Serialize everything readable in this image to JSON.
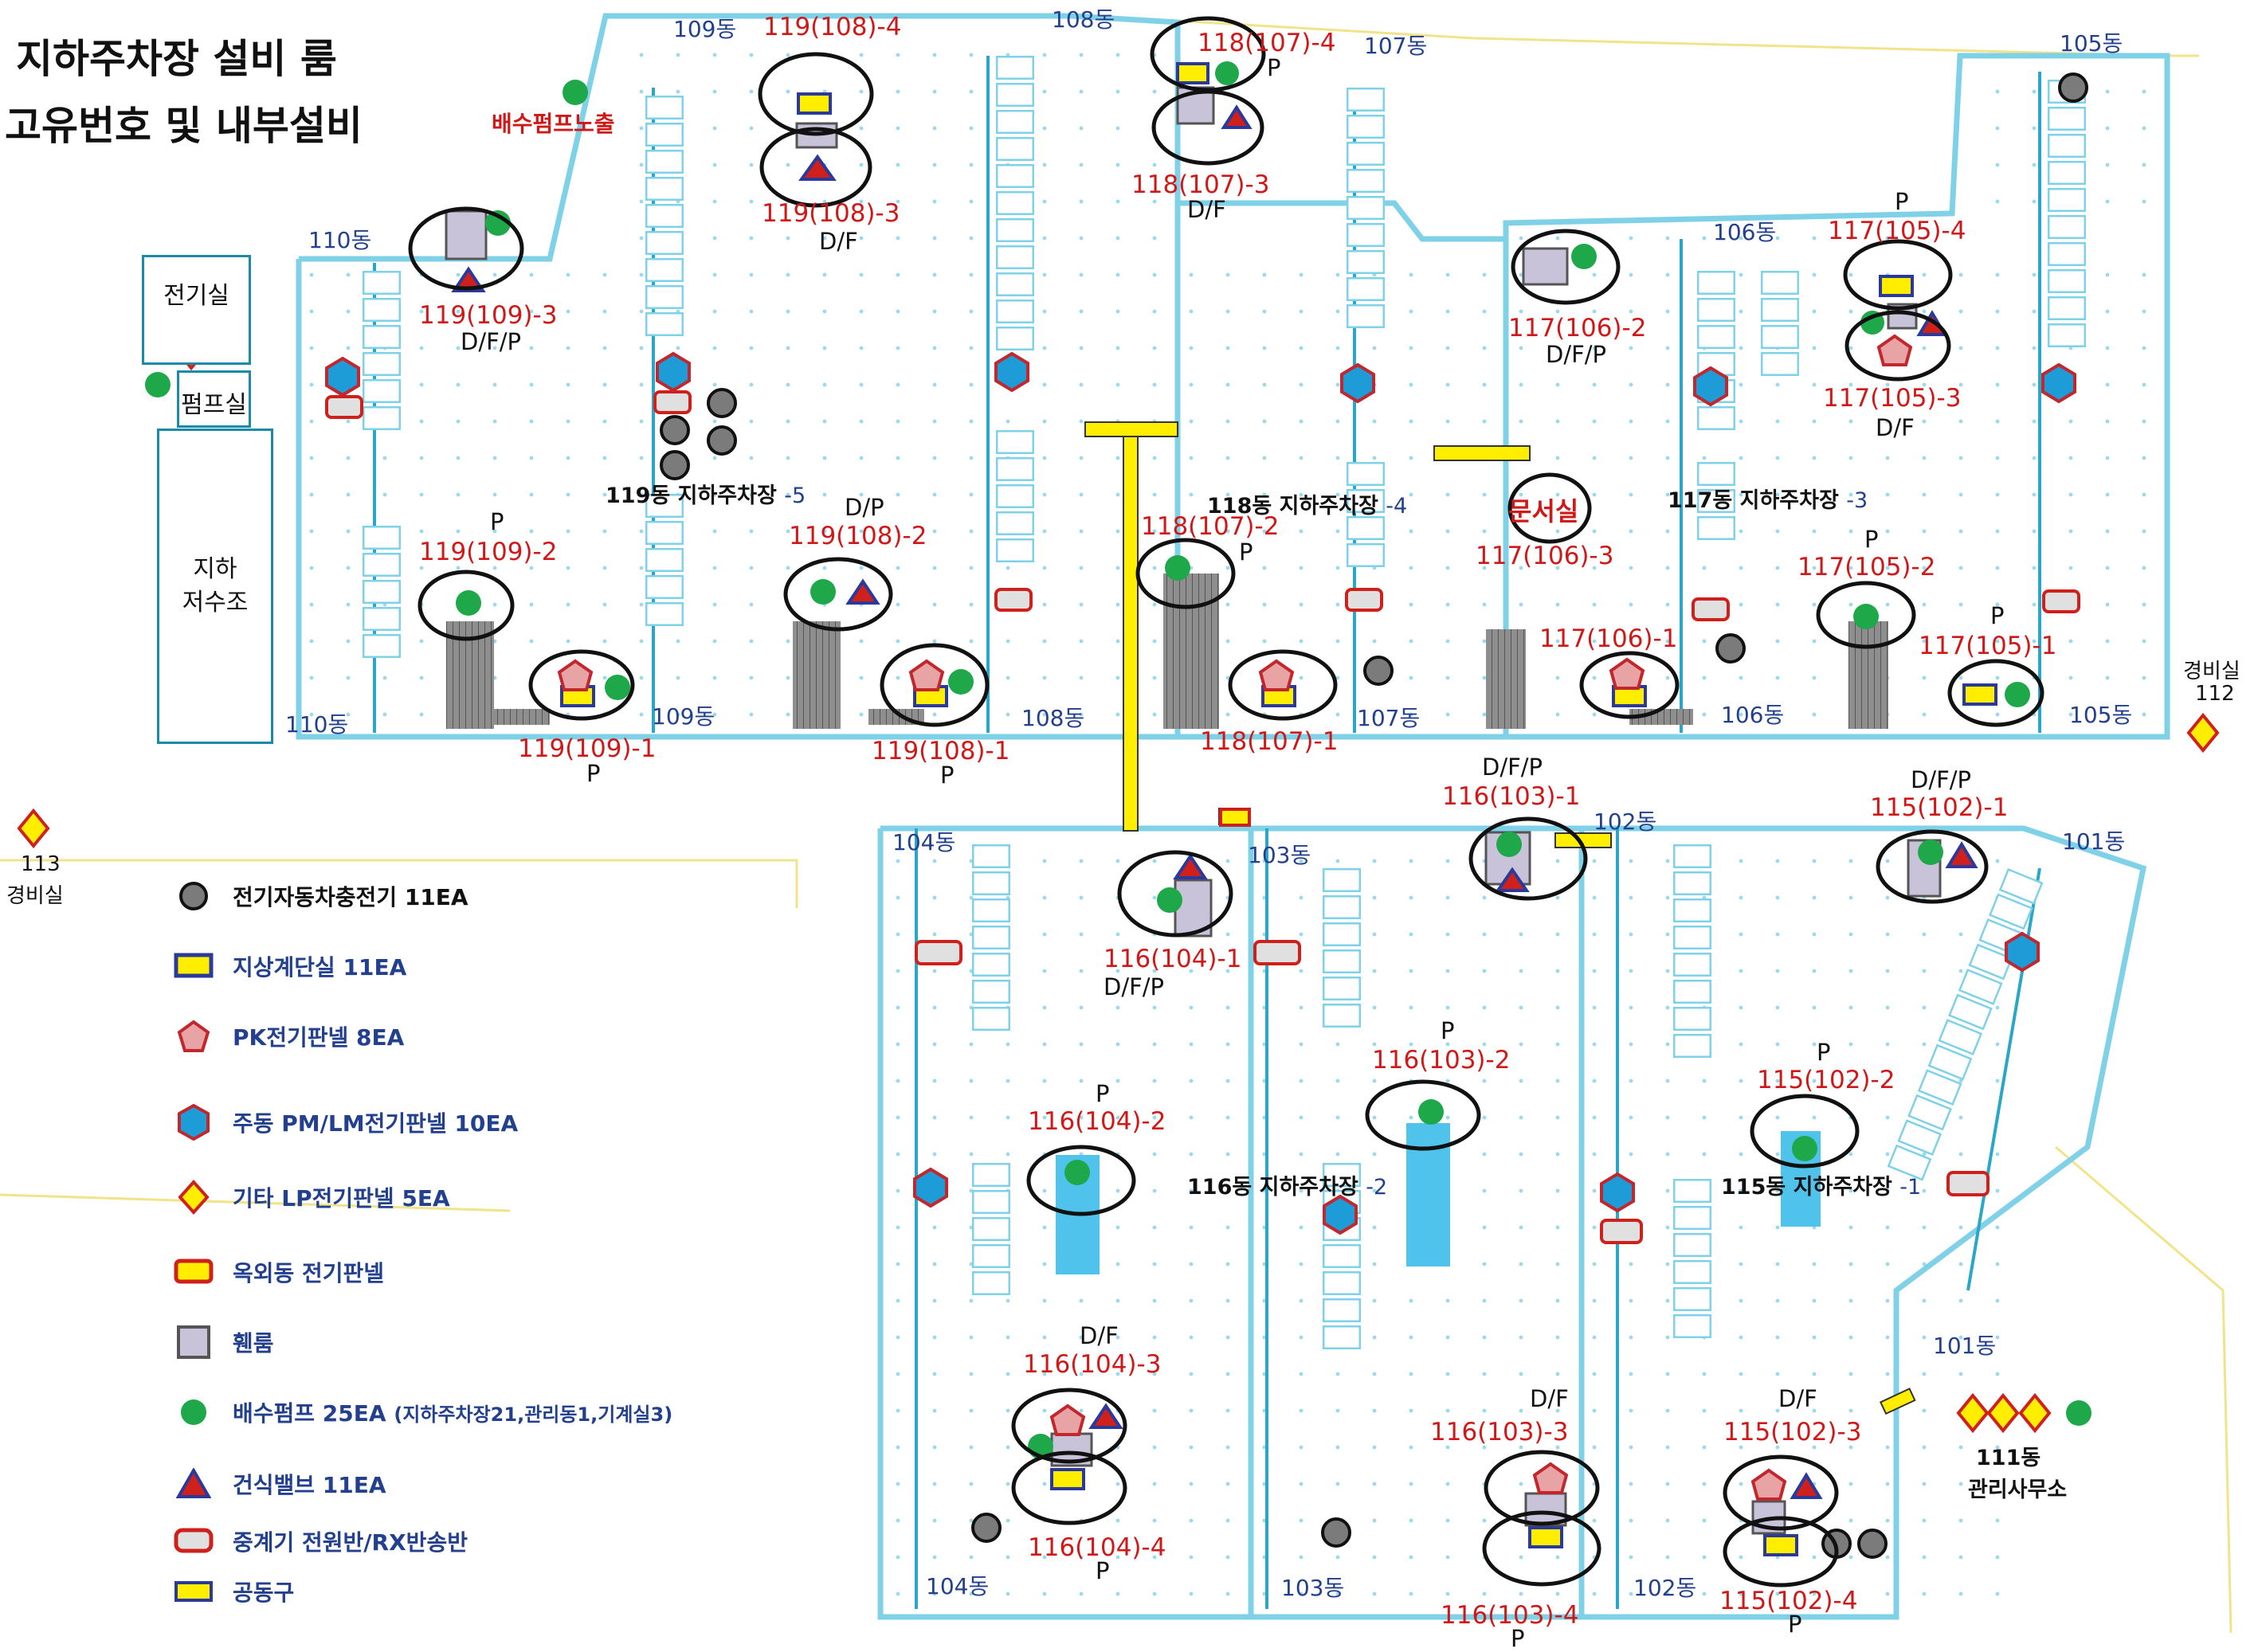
{
  "title": {
    "line1": "지하주차장 설비 룸",
    "line2": "고유번호 및 내부설비"
  },
  "colors": {
    "wall": "#7fd1e8",
    "wall_dark": "#2aa6c9",
    "duct": "#ffee00",
    "label_red": "#d01818",
    "label_blue": "#23408e",
    "gray_room": "#c9c3da",
    "pump": "#1ea84a",
    "charger": "#7b7b7b",
    "pipe": "#4fc3ec",
    "hatch": "#8e8e8e"
  },
  "rooms": {
    "electric": "전기실",
    "pump": "펌프실",
    "reservoir_line1": "지하",
    "reservoir_line2": "저수조",
    "doc": "문서실",
    "pump_exposed": "배수펌프노출"
  },
  "guard": {
    "g112_line1": "경비실",
    "g112_line2": "112",
    "g113_line1": "113",
    "g113_line2": "경비실"
  },
  "office": {
    "line1": "111동",
    "line2": "관리사무소"
  },
  "zones": [
    {
      "name": "119동 지하주차장",
      "num": "-5"
    },
    {
      "name": "118동 지하주차장",
      "num": "-4"
    },
    {
      "name": "117동 지하주차장",
      "num": "-3"
    },
    {
      "name": "116동 지하주차장",
      "num": "-2"
    },
    {
      "name": "115동 지하주차장",
      "num": "-1"
    }
  ],
  "buildings": [
    "109동",
    "108동",
    "107동",
    "105동",
    "110동",
    "106동",
    "110동",
    "109동",
    "108동",
    "107동",
    "106동",
    "105동",
    "104동",
    "103동",
    "102동",
    "101동",
    "101동",
    "104동",
    "103동",
    "102동"
  ],
  "room_labels": [
    {
      "id": "119(108)-4"
    },
    {
      "id": "119(108)-3",
      "code": "D/F"
    },
    {
      "id": "118(107)-4",
      "code": "P"
    },
    {
      "id": "118(107)-3",
      "code": "D/F"
    },
    {
      "id": "119(109)-3",
      "code": "D/F/P"
    },
    {
      "id": "117(106)-2",
      "code": "D/F/P"
    },
    {
      "id": "117(105)-4",
      "code": "P"
    },
    {
      "id": "117(105)-3",
      "code": "D/F"
    },
    {
      "id": "119(109)-2",
      "code": "P"
    },
    {
      "id": "119(108)-2",
      "code": "D/P"
    },
    {
      "id": "118(107)-2",
      "code": "P"
    },
    {
      "id": "117(106)-3"
    },
    {
      "id": "117(106)-1"
    },
    {
      "id": "117(105)-2",
      "code": "P"
    },
    {
      "id": "117(105)-1",
      "code": "P"
    },
    {
      "id": "119(109)-1",
      "code": "P"
    },
    {
      "id": "119(108)-1",
      "code": "P"
    },
    {
      "id": "118(107)-1"
    },
    {
      "id": "116(103)-1",
      "code": "D/F/P"
    },
    {
      "id": "115(102)-1",
      "code": "D/F/P"
    },
    {
      "id": "116(104)-1",
      "code": "D/F/P"
    },
    {
      "id": "116(103)-2",
      "code": "P"
    },
    {
      "id": "116(104)-2",
      "code": "P"
    },
    {
      "id": "115(102)-2",
      "code": "P"
    },
    {
      "id": "116(104)-3",
      "code": "D/F"
    },
    {
      "id": "116(103)-3",
      "code": "D/F"
    },
    {
      "id": "115(102)-3",
      "code": "D/F"
    },
    {
      "id": "116(104)-4",
      "code": "P"
    },
    {
      "id": "116(103)-4",
      "code": "P"
    },
    {
      "id": "115(102)-4",
      "code": "P"
    }
  ],
  "legend": [
    {
      "symbol": "charger",
      "label": "전기자동차충전기 11EA"
    },
    {
      "symbol": "stair",
      "label": "지상계단실 11EA"
    },
    {
      "symbol": "pk-panel",
      "label": "PK전기판넬 8EA"
    },
    {
      "symbol": "pm-panel",
      "label": "주동 PM/LM전기판넬 10EA"
    },
    {
      "symbol": "lp-panel",
      "label": "기타 LP전기판넬 5EA"
    },
    {
      "symbol": "outdoor-panel",
      "label": "옥외동 전기판넬"
    },
    {
      "symbol": "vent-room",
      "label": "휀룸"
    },
    {
      "symbol": "pump",
      "label": "배수펌프 25EA",
      "note": "(지하주차장21,관리동1,기계실3)"
    },
    {
      "symbol": "dry-valve",
      "label": "건식밸브 11EA"
    },
    {
      "symbol": "relay",
      "label": "중계기 전원반/RX반송반"
    },
    {
      "symbol": "duct",
      "label": "공동구"
    }
  ]
}
